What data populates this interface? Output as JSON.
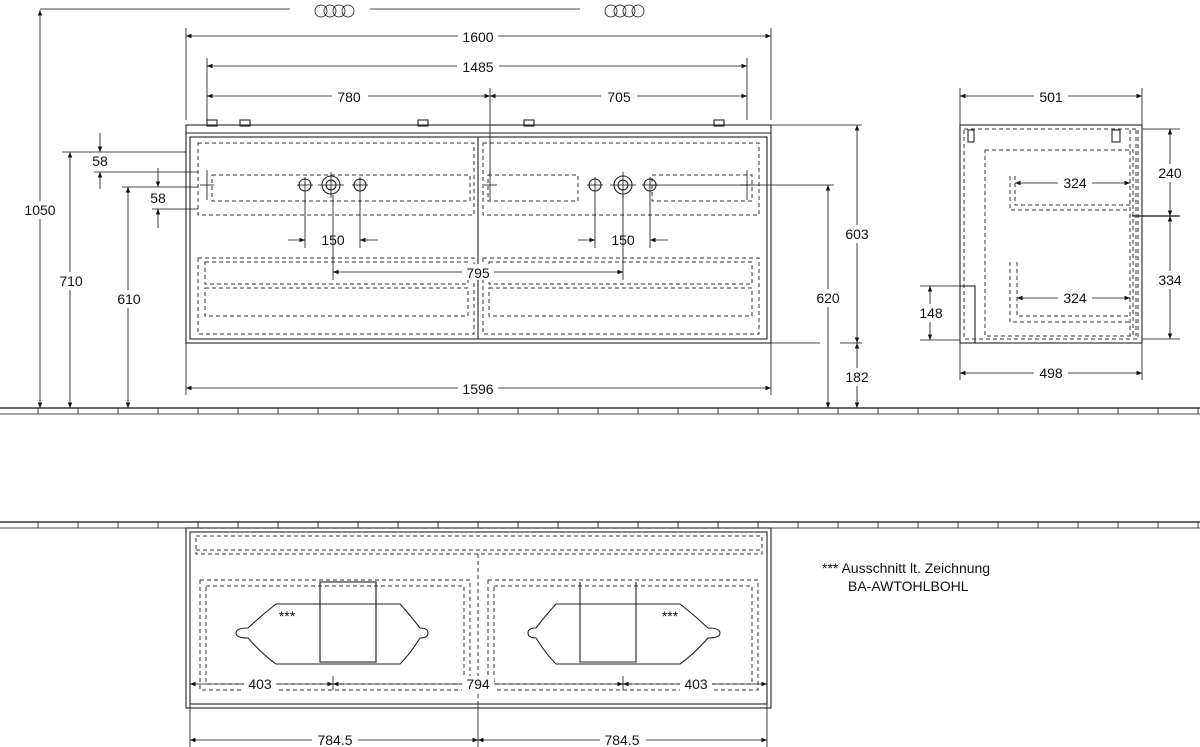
{
  "front_view": {
    "dims": {
      "total_height": "1050",
      "height_710": "710",
      "height_610": "610",
      "offset_58_top": "58",
      "offset_58_bottom": "58",
      "width_1600": "1600",
      "width_1485": "1485",
      "width_780": "780",
      "width_705": "705",
      "hole_spacing_left": "150",
      "hole_spacing_right": "150",
      "center_distance": "795",
      "height_603": "603",
      "height_620": "620",
      "height_182": "182",
      "width_1596": "1596"
    }
  },
  "side_view": {
    "dims": {
      "depth_501": "501",
      "depth_498": "498",
      "drawer_324_top": "324",
      "drawer_324_bottom": "324",
      "height_240": "240",
      "height_334": "334",
      "height_148": "148"
    }
  },
  "top_view": {
    "dims": {
      "cutout_left": "403",
      "center_794": "794",
      "cutout_right": "403",
      "half_left": "784.5",
      "half_right": "784.5"
    },
    "cutout_marks": [
      "***",
      "***"
    ]
  },
  "notes": {
    "cutout_note_line1": "*** Ausschnitt lt. Zeichnung",
    "cutout_note_line2": "BA-AWTOHLBOHL"
  }
}
